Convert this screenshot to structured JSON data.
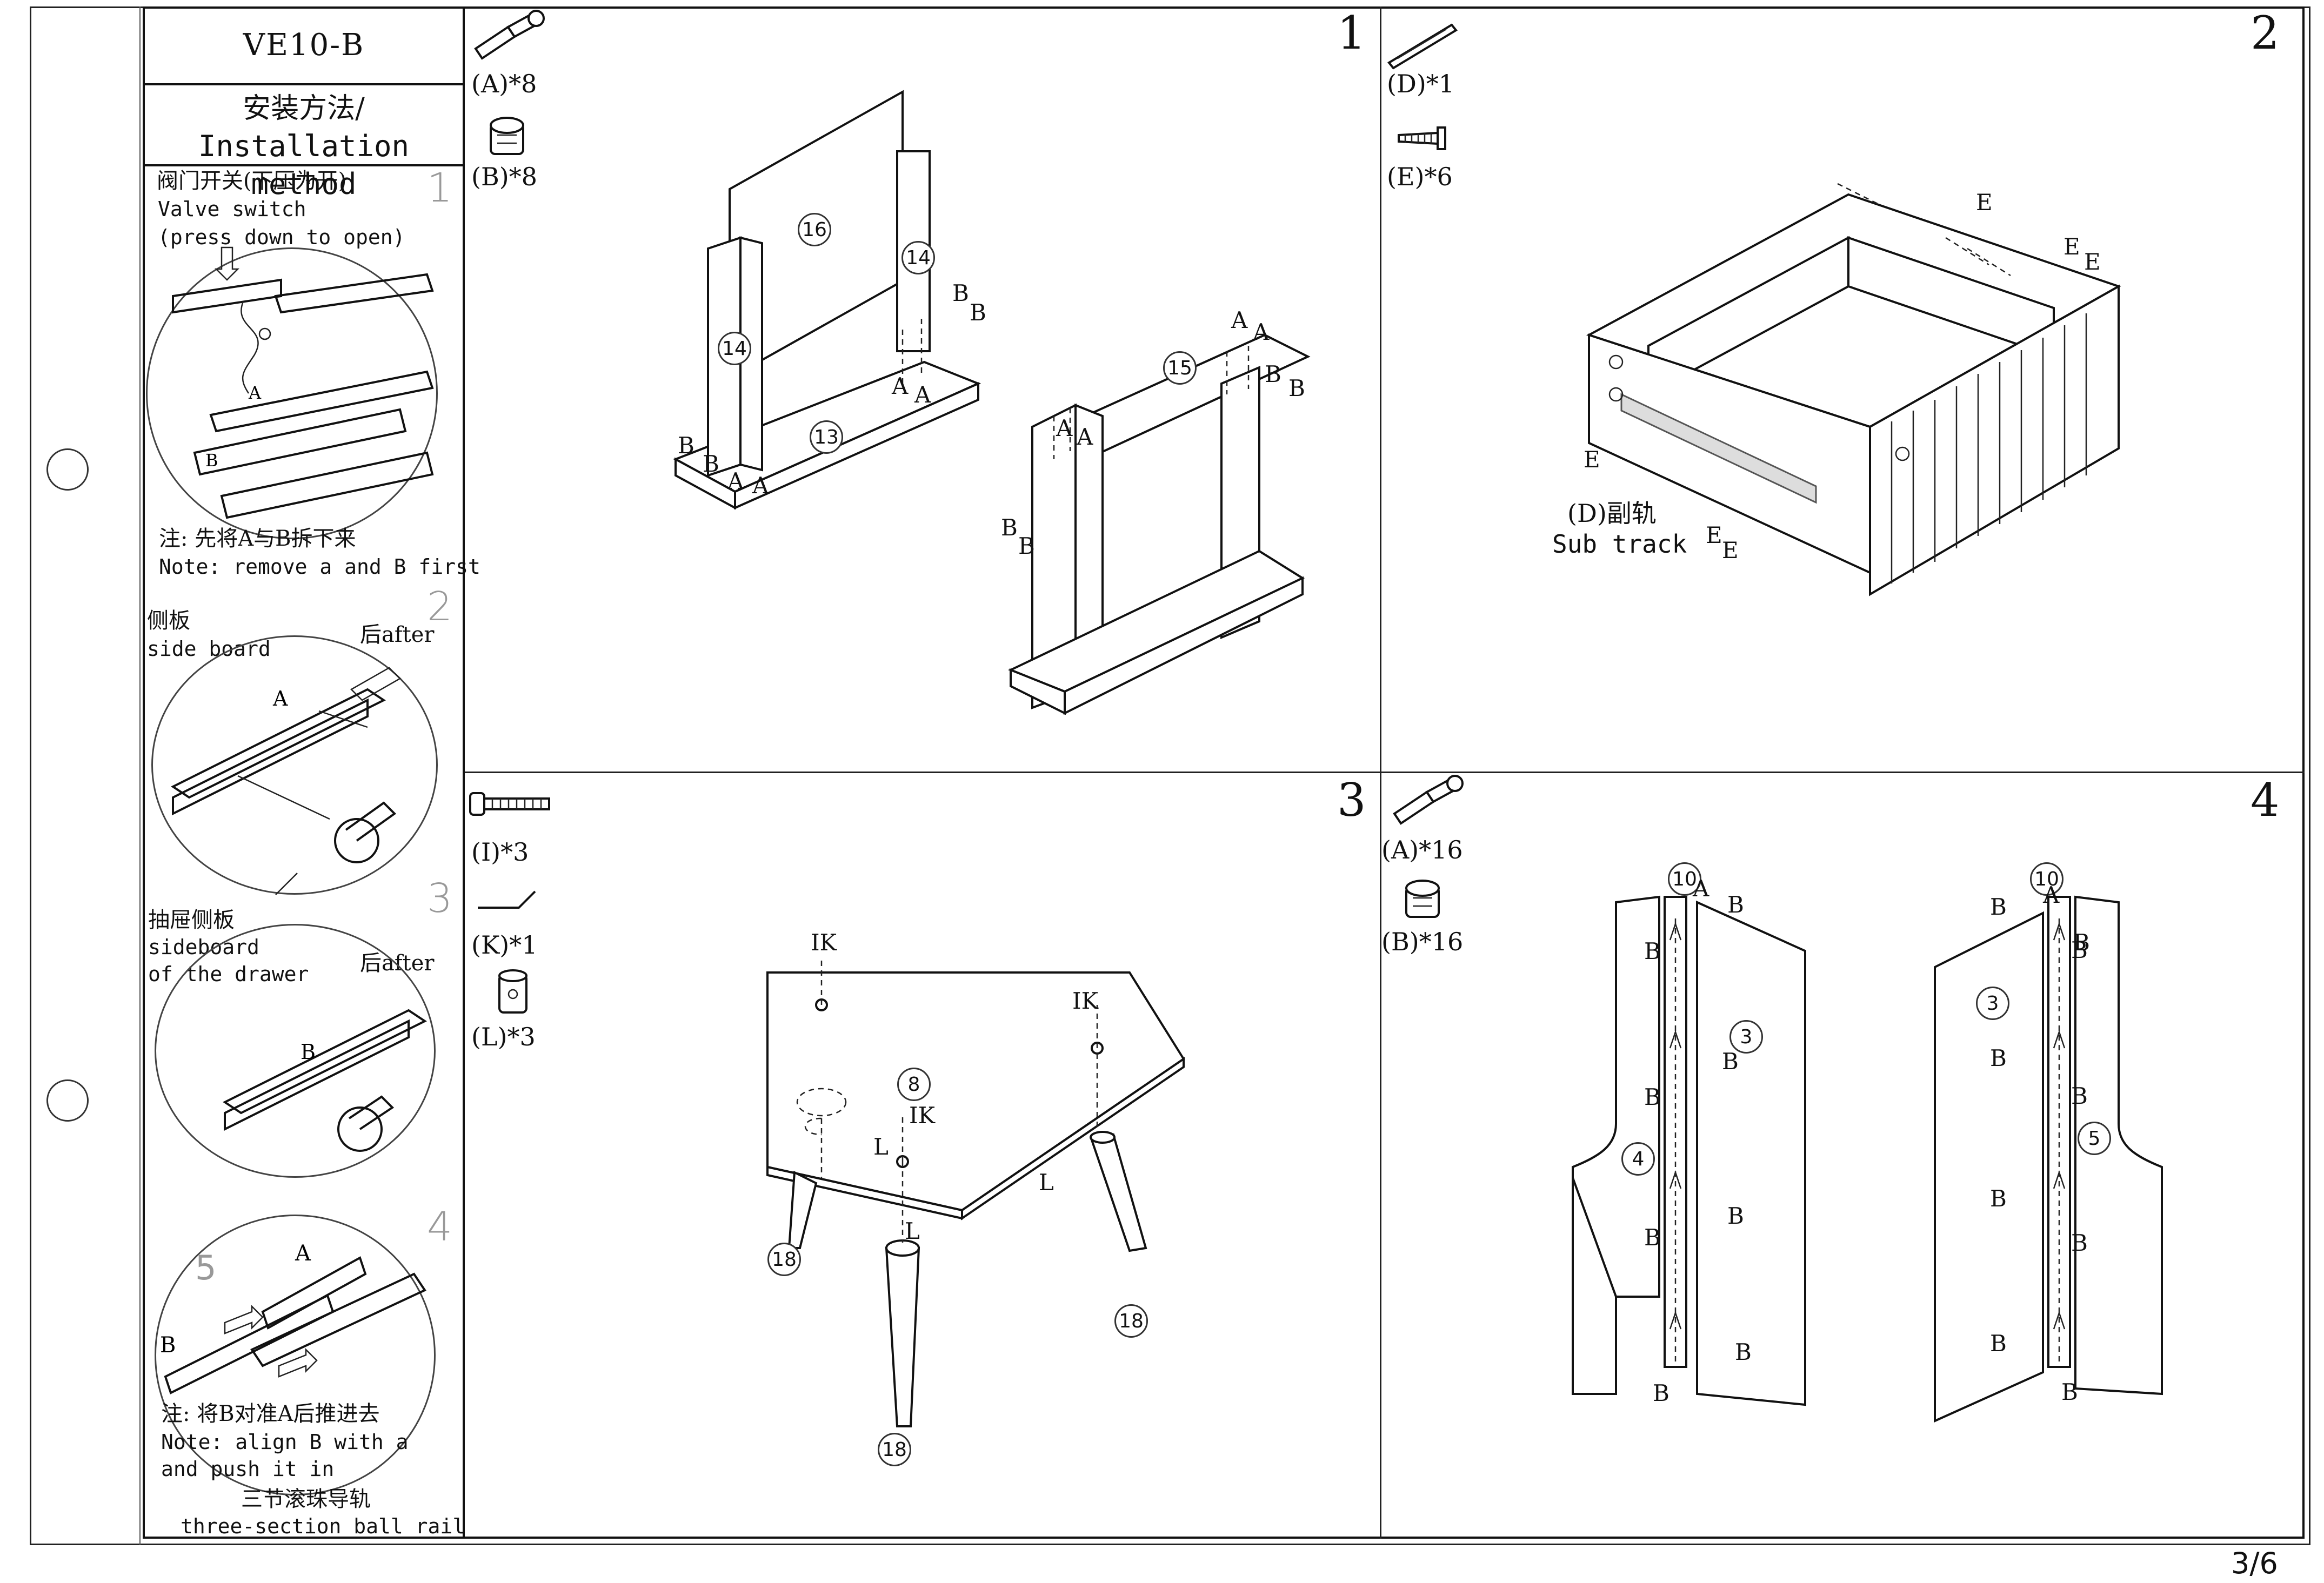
{
  "document": {
    "model": "VE10-B",
    "title_cn": "安装方法/",
    "title_en": "Installation method",
    "page_number": "3/6"
  },
  "sidebar": {
    "step1": {
      "number": "1",
      "cn": "阀门开关(下压为开)",
      "en_line1": "Valve switch",
      "en_line2": "(press down to open)",
      "note_cn": "注: 先将A与B拆下来",
      "note_en": "Note: remove a and B first",
      "label_a": "A",
      "label_b": "B"
    },
    "step2": {
      "number": "2",
      "cn": "侧板",
      "en": "side board",
      "after": "后after",
      "label_a": "A"
    },
    "step3": {
      "number": "3",
      "cn": "抽屉侧板",
      "en_line1": "sideboard",
      "en_line2": "of the drawer",
      "after": "后after",
      "label_b": "B"
    },
    "step4": {
      "number": "4",
      "number5": "5",
      "label_a": "A",
      "label_b": "B",
      "note_cn": "注: 将B对准A后推进去",
      "note_en_line1": "Note: align B with a",
      "note_en_line2": "and push it in",
      "rail_cn": "三节滚珠导轨",
      "rail_en": "three-section ball rail"
    }
  },
  "panels": {
    "p1": {
      "number": "1",
      "parts": [
        "(A)*8",
        "(B)*8"
      ],
      "circled": [
        "16",
        "14",
        "14",
        "13",
        "15"
      ],
      "labels": [
        "B",
        "B",
        "A",
        "A",
        "B",
        "B",
        "A",
        "A",
        "A",
        "A",
        "B",
        "B",
        "A",
        "A",
        "B",
        "B"
      ]
    },
    "p2": {
      "number": "2",
      "parts": [
        "(D)*1",
        "(E)*6"
      ],
      "labels": [
        "E",
        "E",
        "E",
        "E",
        "E",
        "E"
      ],
      "sub_track_cn": "(D)副轨",
      "sub_track_en": "Sub track"
    },
    "p3": {
      "number": "3",
      "parts": [
        "(I)*3",
        "(K)*1",
        "(L)*3"
      ],
      "circled": [
        "8",
        "18",
        "18",
        "18"
      ],
      "labels": [
        "IK",
        "IK",
        "IK",
        "L",
        "L",
        "L"
      ]
    },
    "p4": {
      "number": "4",
      "parts": [
        "(A)*16",
        "(B)*16"
      ],
      "circled": [
        "10",
        "3",
        "4",
        "10",
        "3",
        "5"
      ],
      "labels": [
        "A",
        "B",
        "B",
        "B",
        "B",
        "B",
        "B",
        "B",
        "B",
        "B",
        "A",
        "B",
        "B",
        "B",
        "B",
        "B",
        "B",
        "B",
        "B"
      ]
    }
  }
}
